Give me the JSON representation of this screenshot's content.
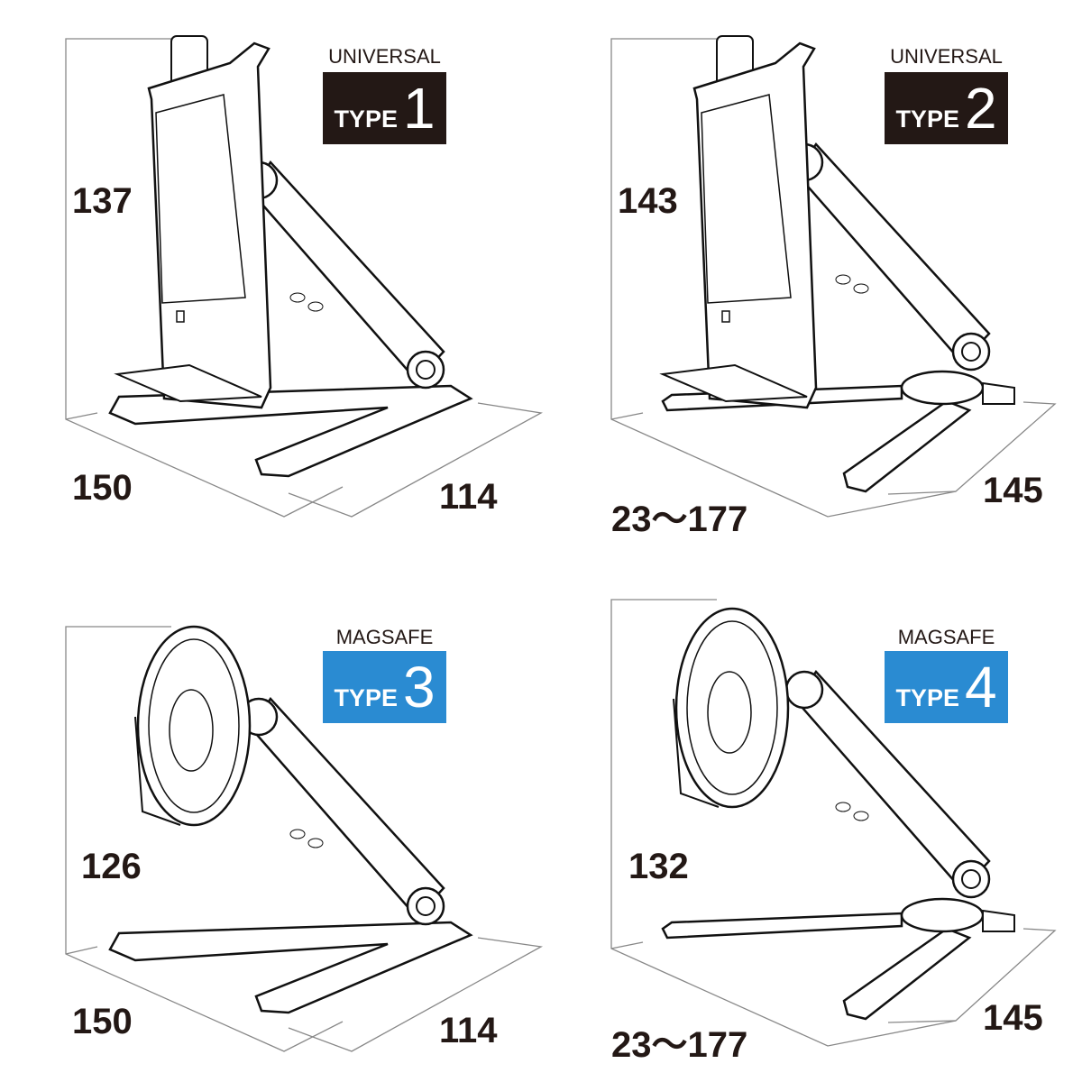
{
  "colors": {
    "universal": "#231815",
    "magsafe": "#2a8bd2"
  },
  "panels": [
    {
      "category": "UNIVERSAL",
      "type_label": "TYPE",
      "type_number": "1",
      "height": "137",
      "depth": "150",
      "width": "114"
    },
    {
      "category": "UNIVERSAL",
      "type_label": "TYPE",
      "type_number": "2",
      "height": "143",
      "depth": "23〜177",
      "width": "145"
    },
    {
      "category": "MAGSAFE",
      "type_label": "TYPE",
      "type_number": "3",
      "height": "126",
      "depth": "150",
      "width": "114"
    },
    {
      "category": "MAGSAFE",
      "type_label": "TYPE",
      "type_number": "4",
      "height": "132",
      "depth": "23〜177",
      "width": "145"
    }
  ]
}
